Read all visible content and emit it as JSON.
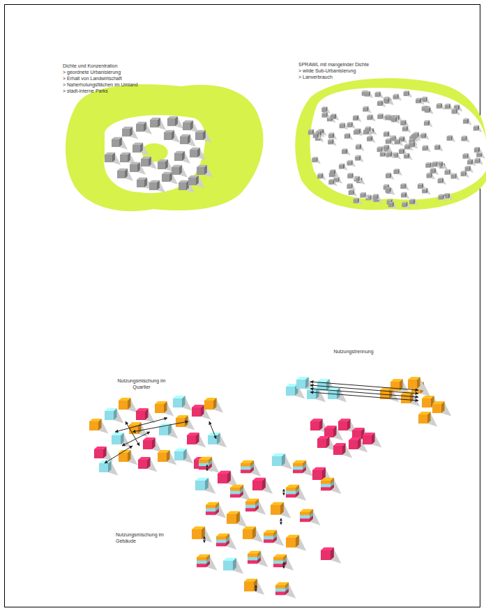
{
  "diagram": {
    "labels": [
      "Dichte und Konzentration",
      "> geordnete Urbanisierung",
      "> Erhalt von Landwirtschaft",
      "> Naherholungsflächen im Umland",
      "> stadt-interne Parks",
      "SPRAWL mit mangelnder Dichte",
      "> wilde Sub-Urbanisierung",
      "> Lanverbrauch",
      "Nutzungsmischung im Quartier",
      "Nutzungstrennung",
      "Nutzungsmischung im Gebäude"
    ]
  }
}
